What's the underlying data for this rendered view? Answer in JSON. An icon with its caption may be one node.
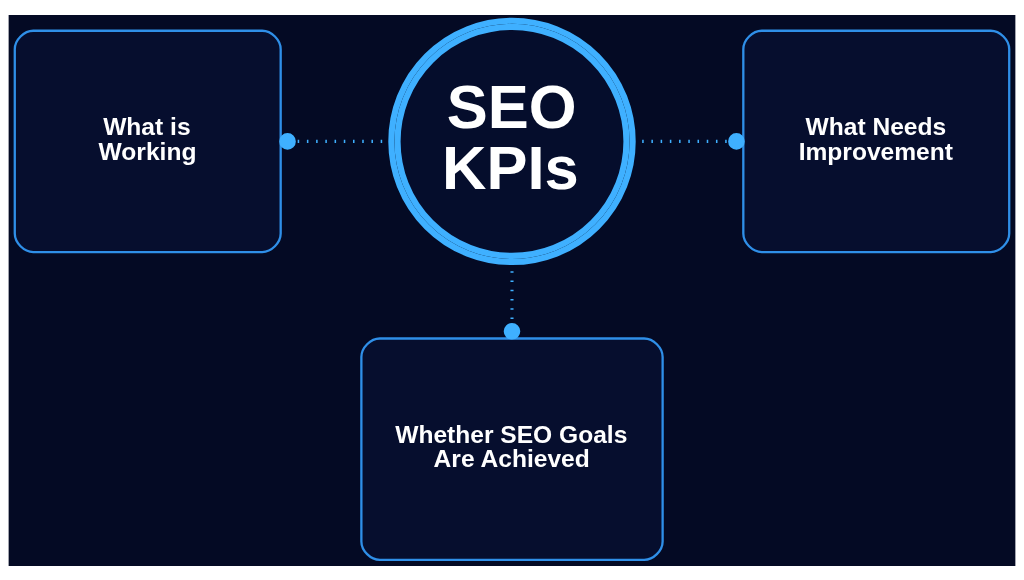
{
  "diagram": {
    "nodes": [
      {
        "text": [
          "What is Working"
        ]
      },
      {
        "text": [
          "SEO KPIs"
        ]
      },
      {
        "text": [
          "What Needs Improvement"
        ]
      },
      {
        "text": [
          "Whether SEO Goals Are Achieved"
        ]
      }
    ],
    "edges": [
      {
        "from": 1,
        "to": 0,
        "arrow": "other",
        "style": "dashed"
      },
      {
        "from": 1,
        "to": 2,
        "arrow": "other",
        "style": "dashed"
      },
      {
        "from": 1,
        "to": 3,
        "arrow": "other",
        "style": "dashed"
      }
    ]
  }
}
